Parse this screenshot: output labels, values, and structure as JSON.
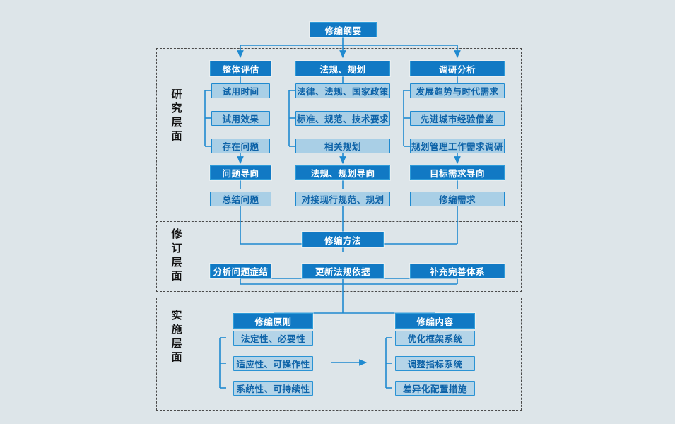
{
  "diagram": {
    "title_node": {
      "label": "修编纲要"
    },
    "sections": [
      {
        "id": "research",
        "label": "研究层面"
      },
      {
        "id": "revision",
        "label": "修订层面"
      },
      {
        "id": "implement",
        "label": "实施层面"
      }
    ],
    "research": {
      "columns": [
        {
          "head": "整体评估",
          "items": [
            "试用时间",
            "试用效果",
            "存在问题"
          ],
          "orientation": "问题导向",
          "outcome": "总结问题"
        },
        {
          "head": "法规、规划",
          "items": [
            "法律、法规、国家政策",
            "标准、规范、技术要求",
            "相关规划"
          ],
          "orientation": "法规、规划导向",
          "outcome": "对接现行规范、规划"
        },
        {
          "head": "调研分析",
          "items": [
            "发展趋势与时代需求",
            "先进城市经验借鉴",
            "规划管理工作需求调研"
          ],
          "orientation": "目标需求导向",
          "outcome": "修编需求"
        }
      ]
    },
    "revision": {
      "head": "修编方法",
      "items": [
        "分析问题症结",
        "更新法规依据",
        "补充完善体系"
      ]
    },
    "implement": {
      "groups": [
        {
          "head": "修编原则",
          "items": [
            "法定性、必要性",
            "适应性、可操作性",
            "系统性、可持续性"
          ]
        },
        {
          "head": "修编内容",
          "items": [
            "优化框架系统",
            "调整指标系统",
            "差异化配置措施"
          ]
        }
      ]
    },
    "colors": {
      "background": "#dde5e9",
      "dark_node_fill": "#1179c4",
      "dark_node_border": "#2e9bd8",
      "light_node_fill": "#a9cfe6",
      "light_node_border": "#1f8ad0",
      "connector": "#1f8ad0",
      "section_border": "#4a4a4a",
      "dark_node_text": "#ffffff",
      "light_node_text": "#0e63a8"
    }
  }
}
